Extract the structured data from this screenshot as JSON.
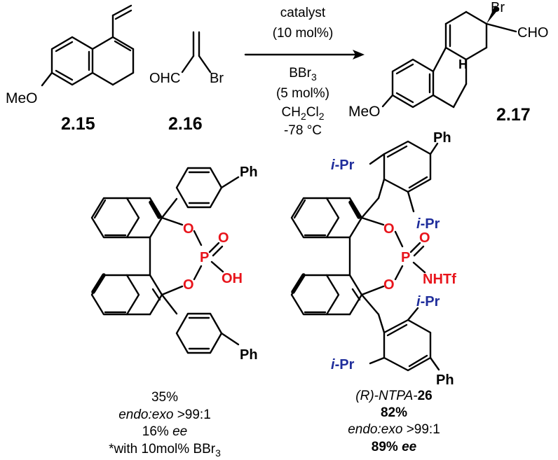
{
  "reaction": {
    "reagents_above": [
      "catalyst",
      "(10 mol%)"
    ],
    "reagents_below": [
      "BBr",
      "3",
      "(5 mol%)",
      "CH",
      "2",
      "Cl",
      "2",
      "-78 °C"
    ]
  },
  "compounds": {
    "diene": {
      "id": "2.15",
      "substituent": "MeO"
    },
    "dienophile": {
      "id": "2.16",
      "formyl": "OHC",
      "halogen": "Br"
    },
    "product": {
      "id": "2.17",
      "halogen": "Br",
      "formyl": "CHO",
      "stereo_h": "H",
      "substituent": "MeO"
    }
  },
  "catalysts": {
    "left": {
      "atoms": {
        "o1": "O",
        "o2": "O",
        "o3": "O",
        "p": "P",
        "oh": "OH"
      },
      "aryl": "Ph",
      "results": {
        "yield": "35%",
        "selectivity_label": "endo:exo",
        "selectivity_value": ">99:1",
        "ee_value": "16% ",
        "ee_label": "ee",
        "note_prefix": "*with 10mol% BBr",
        "note_sub": "3"
      }
    },
    "right": {
      "atoms": {
        "o1": "O",
        "o2": "O",
        "o3": "O",
        "p": "P",
        "nhtf": "NHTf"
      },
      "aryl": "Ph",
      "alkyl": "i-Pr",
      "name_italic": "(R)-NTPA-",
      "name_bold": "26",
      "results": {
        "yield": "82%",
        "selectivity_label": "endo:exo",
        "selectivity_value": ">99:1",
        "ee_value": "89% ",
        "ee_label": "ee"
      }
    }
  },
  "colors": {
    "phosphate_atoms": "#e8141b",
    "isopropyl": "#1f2d9b",
    "bonds": "#000000"
  }
}
